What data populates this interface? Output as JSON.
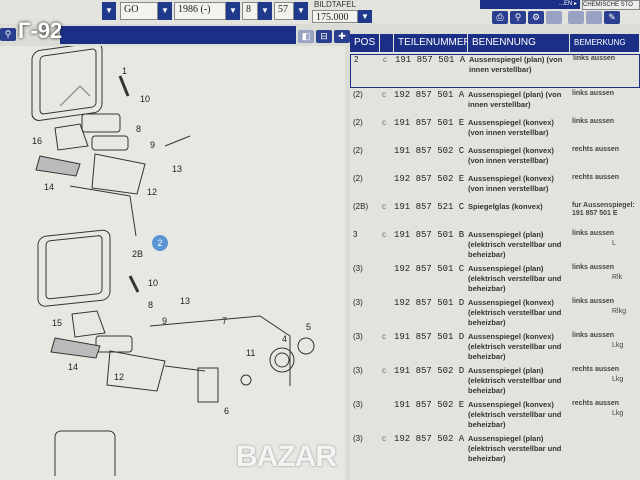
{
  "watermark": "Г-92",
  "watermark_bottom": "BAZAR",
  "filters": {
    "model": "GO",
    "year": "1986 (-)",
    "main_group": "8",
    "sub_group": "57",
    "illustration_label": "BILDTAFEL",
    "illustration": "175.000"
  },
  "top_right": {
    "tab1": "...EN ▸",
    "tab2": "CHEMISCHE STO"
  },
  "table": {
    "headers": {
      "pos": "POS",
      "c": "",
      "part": "TEILENUMMER",
      "name": "BENENNUNG",
      "remark": "BEMERKUNG"
    },
    "rows": [
      {
        "pos": "2",
        "c": "c",
        "part": "191 857 501 A",
        "name": "Aussenspiegel (plan) (von innen verstellbar)",
        "remark": "links aussen",
        "weight": ""
      },
      {
        "pos": "(2)",
        "c": "c",
        "part": "192 857 501 A",
        "name": "Aussenspiegel (plan) (von innen verstellbar)",
        "remark": "links aussen",
        "weight": ""
      },
      {
        "pos": "(2)",
        "c": "c",
        "part": "191 857 501 E",
        "name": "Aussenspiegel (konvex) (von innen verstellbar)",
        "remark": "links aussen",
        "weight": ""
      },
      {
        "pos": "(2)",
        "c": "",
        "part": "191 857 502 C",
        "name": "Aussenspiegel (konvex) (von innen verstellbar)",
        "remark": "rechts aussen",
        "weight": ""
      },
      {
        "pos": "(2)",
        "c": "",
        "part": "192 857 502 E",
        "name": "Aussenspiegel (konvex) (von innen verstellbar)",
        "remark": "rechts aussen",
        "weight": ""
      },
      {
        "pos": "(2B)",
        "c": "c",
        "part": "191 857 521 C",
        "name": "Spiegelglas (konvex)",
        "remark": "fur Aussenspiegel: 191 857 501 E",
        "weight": ""
      },
      {
        "pos": "3",
        "c": "c",
        "part": "191 857 501 B",
        "name": "Aussenspiegel (plan) (elektrisch verstellbar und beheizbar)",
        "remark": "links aussen",
        "weight": "L"
      },
      {
        "pos": "(3)",
        "c": "",
        "part": "192 857 501 C",
        "name": "Aussenspiegel (plan) (elektrisch verstellbar und beheizbar)",
        "remark": "links aussen",
        "weight": "Rlk"
      },
      {
        "pos": "(3)",
        "c": "",
        "part": "192 857 501 D",
        "name": "Aussenspiegel (konvex) (elektrisch verstellbar und beheizbar)",
        "remark": "links aussen",
        "weight": "Rlkg"
      },
      {
        "pos": "(3)",
        "c": "c",
        "part": "191 857 501 D",
        "name": "Aussenspiegel (konvex) (elektrisch verstellbar und beheizbar)",
        "remark": "links aussen",
        "weight": "Lkg"
      },
      {
        "pos": "(3)",
        "c": "c",
        "part": "191 857 502 D",
        "name": "Aussenspiegel (plan) (elektrisch verstellbar und beheizbar)",
        "remark": "rechts aussen",
        "weight": "Lkg"
      },
      {
        "pos": "(3)",
        "c": "",
        "part": "191 857 502 E",
        "name": "Aussenspiegel (konvex) (elektrisch verstellbar und beheizbar)",
        "remark": "rechts aussen",
        "weight": "Lkg"
      },
      {
        "pos": "(3)",
        "c": "c",
        "part": "192 857 502 A",
        "name": "Aussenspiegel (plan) (elektrisch verstellbar und beheizbar)",
        "remark": "",
        "weight": ""
      }
    ]
  },
  "diagram": {
    "callouts": [
      "1",
      "10",
      "16",
      "8",
      "9",
      "13",
      "14",
      "12",
      "2",
      "2B",
      "10",
      "13",
      "15",
      "8",
      "9",
      "7",
      "4",
      "5",
      "11",
      "14",
      "12",
      "6"
    ]
  }
}
